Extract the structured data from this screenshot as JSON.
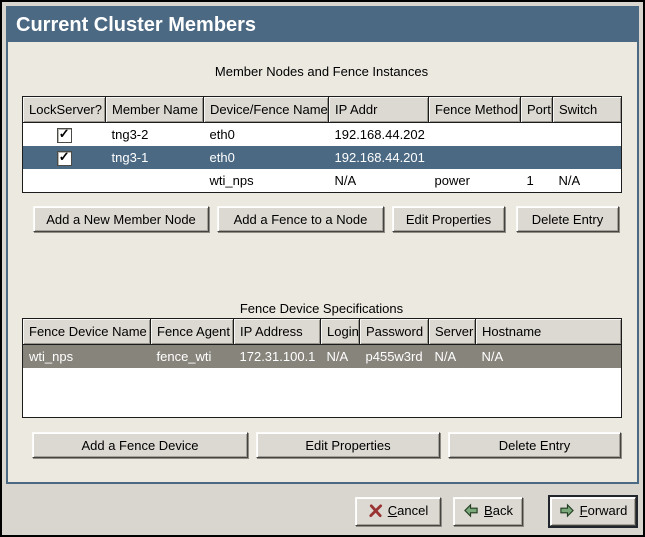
{
  "window": {
    "title": "Current Cluster Members"
  },
  "colors": {
    "header_blue": "#4b6983",
    "selected_row_active": "#4b6983",
    "selected_row_inactive": "#87847b",
    "content_bg": "#ece9e1",
    "chrome_bg": "#d9d6cf",
    "cancel_icon_red": "#993333",
    "arrow_icon_green": "#7aa87a"
  },
  "members_section": {
    "caption": "Member Nodes and Fence Instances",
    "columns": [
      "LockServer?",
      "Member Name",
      "Device/Fence Name",
      "IP Addr",
      "Fence Method",
      "Port",
      "Switch"
    ],
    "rows": [
      {
        "lockserver_checked": true,
        "cells": [
          "",
          "tng3-2",
          "eth0",
          "192.168.44.202",
          "",
          "",
          ""
        ],
        "state": "normal"
      },
      {
        "lockserver_checked": true,
        "cells": [
          "",
          "tng3-1",
          "eth0",
          "192.168.44.201",
          "",
          "",
          ""
        ],
        "state": "selected-active"
      },
      {
        "lockserver_checked": null,
        "cells": [
          "",
          "",
          "wti_nps",
          "N/A",
          "power",
          "1",
          "N/A"
        ],
        "state": "normal"
      }
    ],
    "buttons": [
      "Add a New Member Node",
      "Add a Fence to a Node",
      "Edit Properties",
      "Delete Entry"
    ]
  },
  "fence_section": {
    "caption": "Fence Device Specifications",
    "columns": [
      "Fence Device Name",
      "Fence Agent",
      "IP Address",
      "Login",
      "Password",
      "Server",
      "Hostname"
    ],
    "rows": [
      {
        "cells": [
          "wti_nps",
          "fence_wti",
          "172.31.100.1",
          "N/A",
          "p455w3rd",
          "N/A",
          "N/A"
        ],
        "state": "selected-inactive"
      }
    ],
    "buttons": [
      "Add a Fence Device",
      "Edit Properties",
      "Delete Entry"
    ]
  },
  "footer": {
    "buttons": [
      {
        "label": "Cancel",
        "icon": "cancel-x-icon",
        "is_default": false
      },
      {
        "label": "Back",
        "icon": "arrow-left-icon",
        "is_default": false
      },
      {
        "label": "Forward",
        "icon": "arrow-right-icon",
        "is_default": true
      }
    ]
  }
}
